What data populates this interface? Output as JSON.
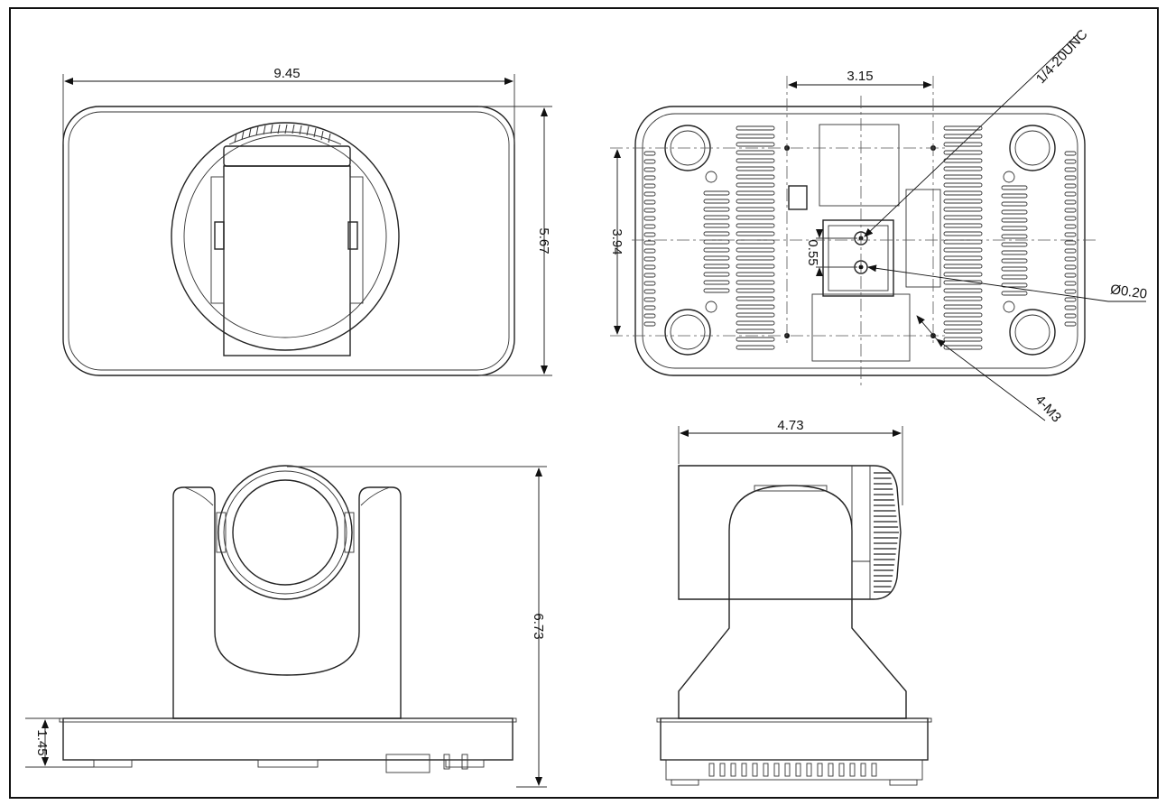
{
  "dimensions": {
    "top_width": "9.45",
    "top_depth": "5.67",
    "bottom_hole_spacing_x": "3.15",
    "bottom_hole_spacing_y": "3.94",
    "thread_offset": "0.55",
    "thread_label": "1/4-20UNC",
    "pin_label": "Ø0.20",
    "screw_label": "4-M3",
    "front_height": "6.73",
    "base_height": "1.45",
    "side_depth": "4.73"
  }
}
